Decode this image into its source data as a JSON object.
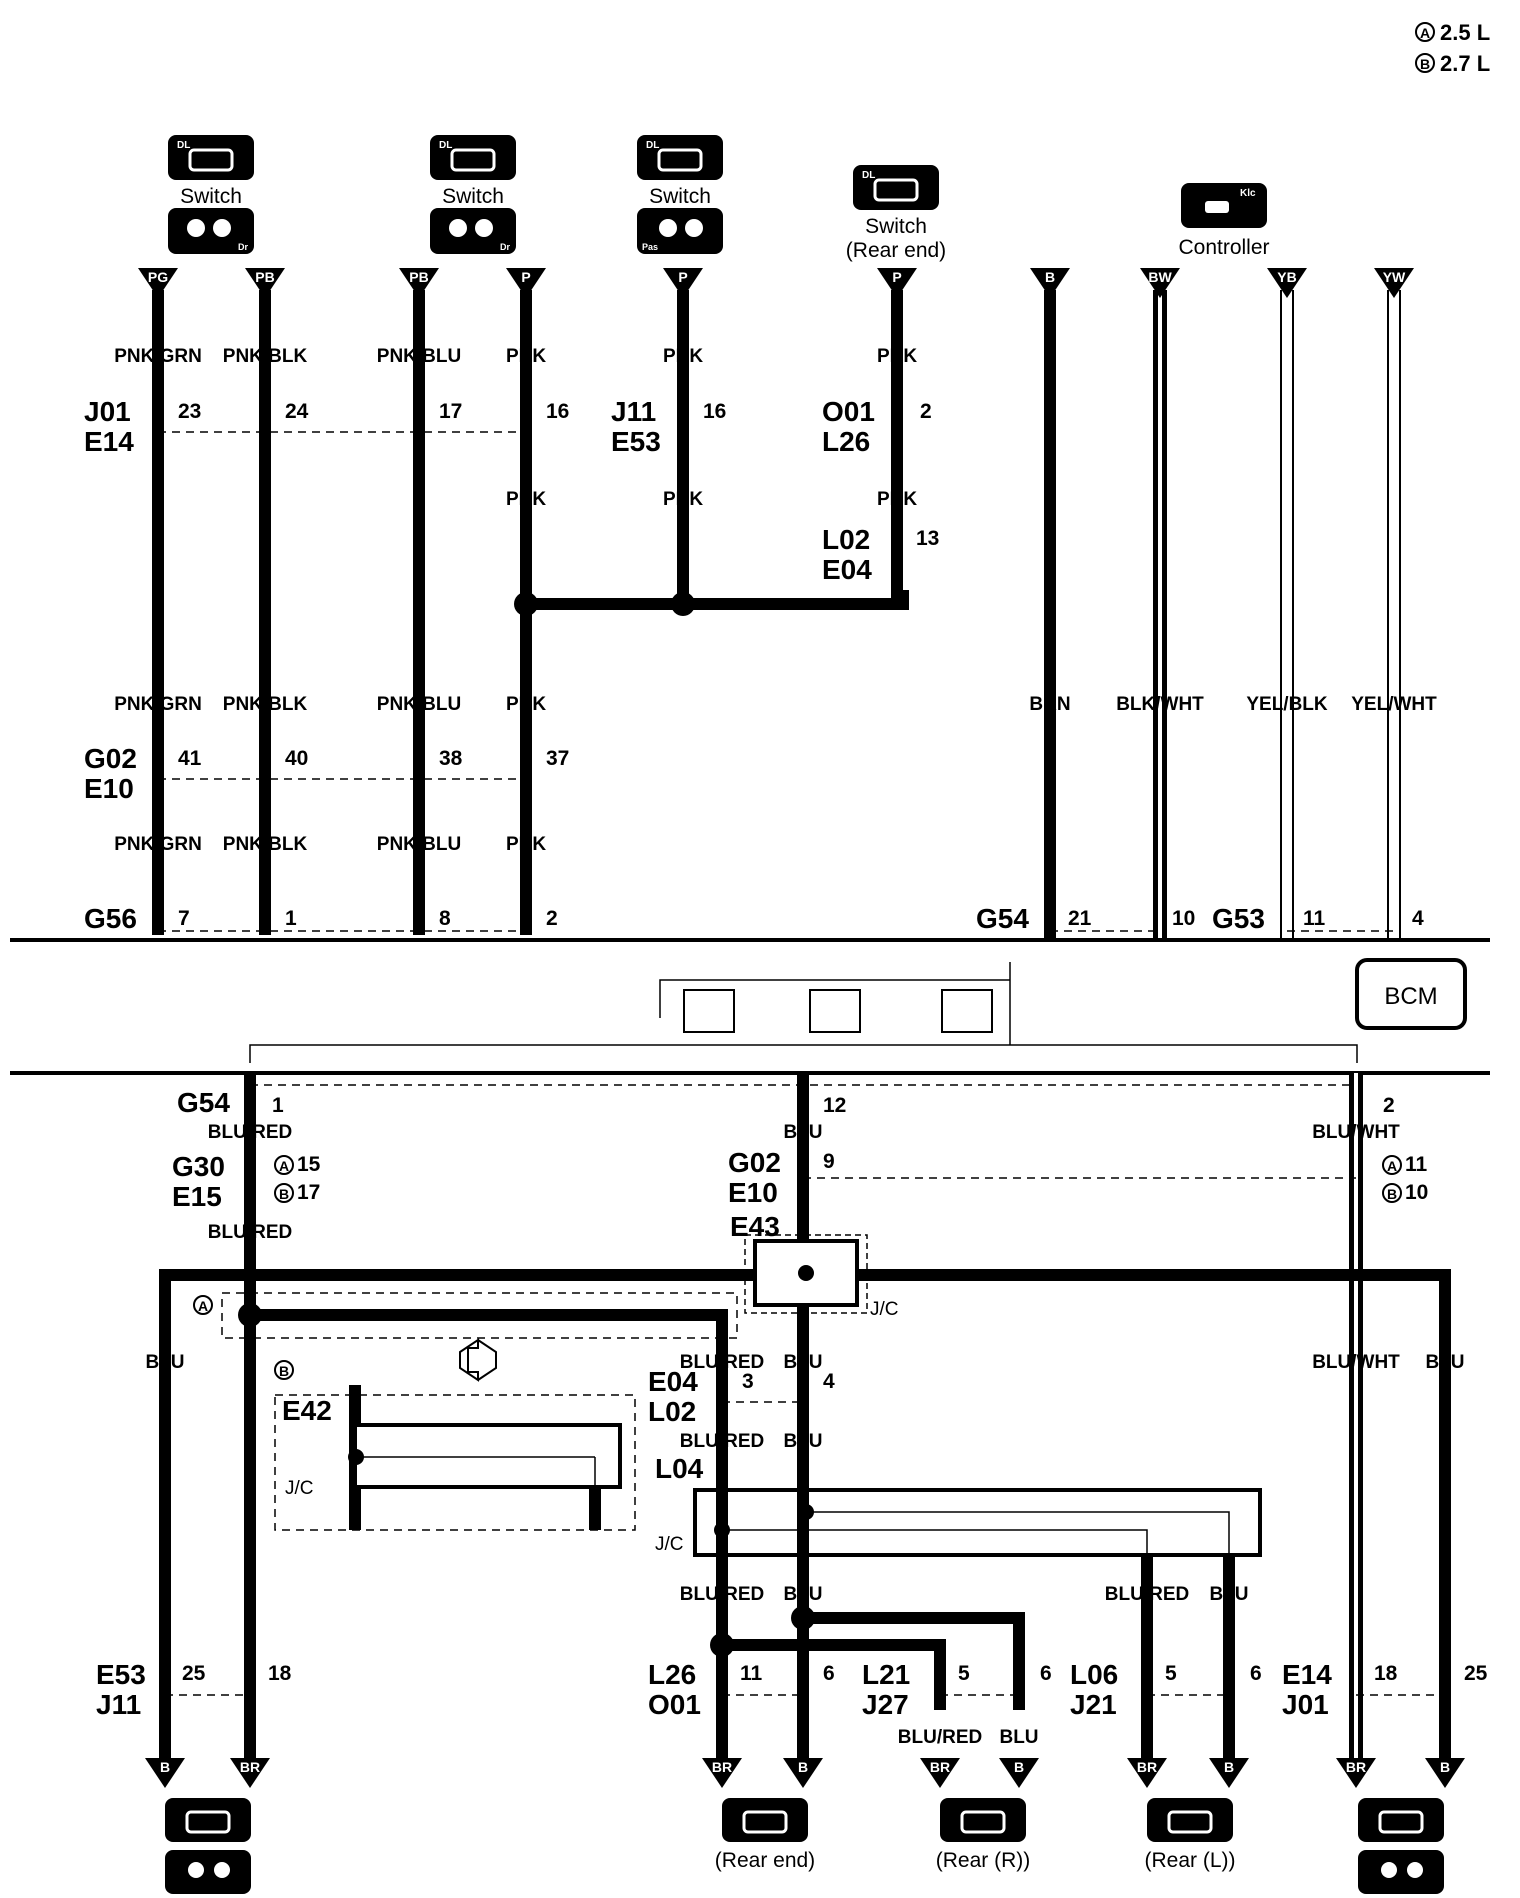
{
  "legend": [
    {
      "mark": "A",
      "text": "2.5 L"
    },
    {
      "mark": "B",
      "text": "2.7 L"
    }
  ],
  "components": {
    "switch_1": {
      "label": "Switch",
      "badge": "DL",
      "icon": "door-lock-switch-icon",
      "seat_icon": "driver-seat-icon",
      "seat_tag": "Dr"
    },
    "switch_2": {
      "label": "Switch",
      "badge": "DL",
      "icon": "door-lock-switch-icon",
      "seat_icon": "driver-seat-icon",
      "seat_tag": "Dr"
    },
    "switch_3": {
      "label": "Switch",
      "badge": "DL",
      "icon": "door-lock-switch-icon",
      "seat_icon": "passenger-seat-icon",
      "seat_tag": "Pas"
    },
    "switch_rear": {
      "label": "Switch",
      "sublabel": "(Rear end)",
      "badge": "DL",
      "icon": "door-lock-switch-icon"
    },
    "controller": {
      "label": "Controller",
      "badge": "Klc",
      "icon": "keyless-controller-icon"
    },
    "bcm": {
      "label": "BCM"
    }
  },
  "top_terminals": [
    "PG",
    "PB",
    "PB",
    "P",
    "P",
    "P",
    "B",
    "BW",
    "YB",
    "YW"
  ],
  "bottom_terminals": [
    "B",
    "BR",
    "BR",
    "B",
    "BR",
    "B",
    "BR",
    "B",
    "BR",
    "B"
  ],
  "wire_colors_top": [
    "PNK/GRN",
    "PNK/BLK",
    "PNK/BLU",
    "PNK",
    "PNK",
    "PNK"
  ],
  "wire_colors_upper2": [
    "PNK",
    "PNK",
    "PNK"
  ],
  "wire_colors_mid": [
    "PNK/GRN",
    "PNK/BLK",
    "PNK/BLU",
    "PNK",
    "BRN",
    "BLK/WHT",
    "YEL/BLK",
    "YEL/WHT"
  ],
  "wire_colors_mid2": [
    "PNK/GRN",
    "PNK/BLK",
    "PNK/BLU",
    "PNK"
  ],
  "connectors": {
    "j01_e14": {
      "a": "J01",
      "b": "E14",
      "pins": [
        "23",
        "24",
        "17",
        "16"
      ]
    },
    "j11_e53": {
      "a": "J11",
      "b": "E53",
      "pins": [
        "16"
      ]
    },
    "o01_l26": {
      "a": "O01",
      "b": "L26",
      "pins": [
        "2"
      ]
    },
    "l02_e04": {
      "a": "L02",
      "b": "E04",
      "pins": [
        "13"
      ]
    },
    "g02_e10_top": {
      "a": "G02",
      "b": "E10",
      "pins": [
        "41",
        "40",
        "38",
        "37"
      ]
    },
    "g56": {
      "a": "G56",
      "pins": [
        "7",
        "1",
        "8",
        "2"
      ]
    },
    "g54_top": {
      "a": "G54",
      "pins": [
        "21",
        "10"
      ]
    },
    "g53": {
      "a": "G53",
      "pins": [
        "11",
        "4"
      ]
    },
    "g54_bottom": {
      "a": "G54",
      "pins": [
        "1",
        "12",
        "2"
      ]
    },
    "g30_e15": {
      "a": "G30",
      "b": "E15",
      "pins": [
        "15",
        "17"
      ]
    },
    "g02_e10_bottom": {
      "a": "G02",
      "b": "E10",
      "pins": [
        "9",
        "11",
        "10"
      ]
    },
    "e43": {
      "a": "E43"
    },
    "e42": {
      "a": "E42"
    },
    "e04_l02": {
      "a": "E04",
      "b": "L02",
      "pins": [
        "3",
        "4"
      ]
    },
    "l04": {
      "a": "L04"
    },
    "e53_j11": {
      "a": "E53",
      "b": "J11",
      "pins": [
        "25",
        "18"
      ]
    },
    "l26_o01": {
      "a": "L26",
      "b": "O01",
      "pins": [
        "11",
        "6"
      ]
    },
    "l21_j27": {
      "a": "L21",
      "b": "J27",
      "pins": [
        "5",
        "6"
      ]
    },
    "l06_j21": {
      "a": "L06",
      "b": "J21",
      "pins": [
        "5",
        "6"
      ]
    },
    "e14_j01": {
      "a": "E14",
      "b": "J01",
      "pins": [
        "18",
        "25"
      ]
    }
  },
  "lower_wires": {
    "blu_red": "BLU/RED",
    "blu": "BLU",
    "blu_wht": "BLU/WHT"
  },
  "jc_label": "J/C",
  "variant_marks": {
    "a": "A",
    "b": "B"
  },
  "actuators": {
    "rear_end": "(Rear end)",
    "rear_r": "(Rear (R))",
    "rear_l": "(Rear (L))"
  }
}
